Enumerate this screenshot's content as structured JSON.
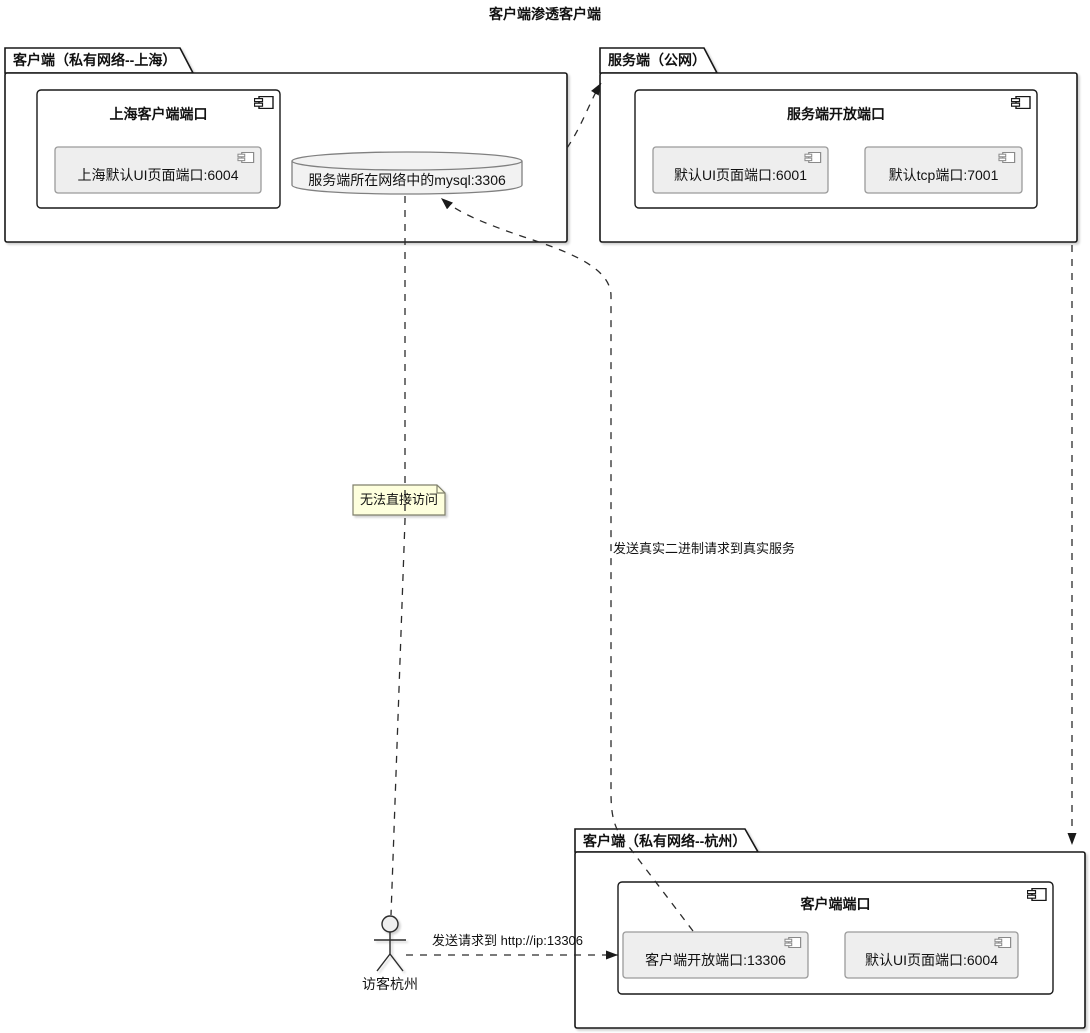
{
  "title": "客户端渗透客户端",
  "colors": {
    "note-fill": "#feffdd",
    "note-border": "#80806b",
    "shape-fill": "#ffffff",
    "shape-border": "#181818",
    "inner-fill": "#eeeeee",
    "inner-border": "#9a9a9a",
    "db-fill": "#f2f2f2",
    "db-border": "#808080",
    "line": "#2b2b2b"
  },
  "packages": {
    "shanghai": {
      "label": "客户端（私有网络--上海）",
      "component": {
        "title": "上海客户端端口",
        "ports": [
          {
            "label": "上海默认UI页面端口:6004"
          }
        ]
      }
    },
    "server": {
      "label": "服务端（公网）",
      "component": {
        "title": "服务端开放端口",
        "ports": [
          {
            "label": "默认UI页面端口:6001"
          },
          {
            "label": "默认tcp端口:7001"
          }
        ]
      }
    },
    "hangzhou": {
      "label": "客户端（私有网络--杭州）",
      "component": {
        "title": "客户端端口",
        "ports": [
          {
            "label": "客户端开放端口:13306"
          },
          {
            "label": "默认UI页面端口:6004"
          }
        ]
      }
    }
  },
  "database": {
    "label": "服务端所在网络中的mysql:3306"
  },
  "note": {
    "text": "无法直接访问"
  },
  "actor": {
    "label": "访客杭州"
  },
  "edges": {
    "binary_request": {
      "label": "发送真实二进制请求到真实服务"
    },
    "http_request": {
      "label": "发送请求到 http://ip:13306"
    }
  }
}
